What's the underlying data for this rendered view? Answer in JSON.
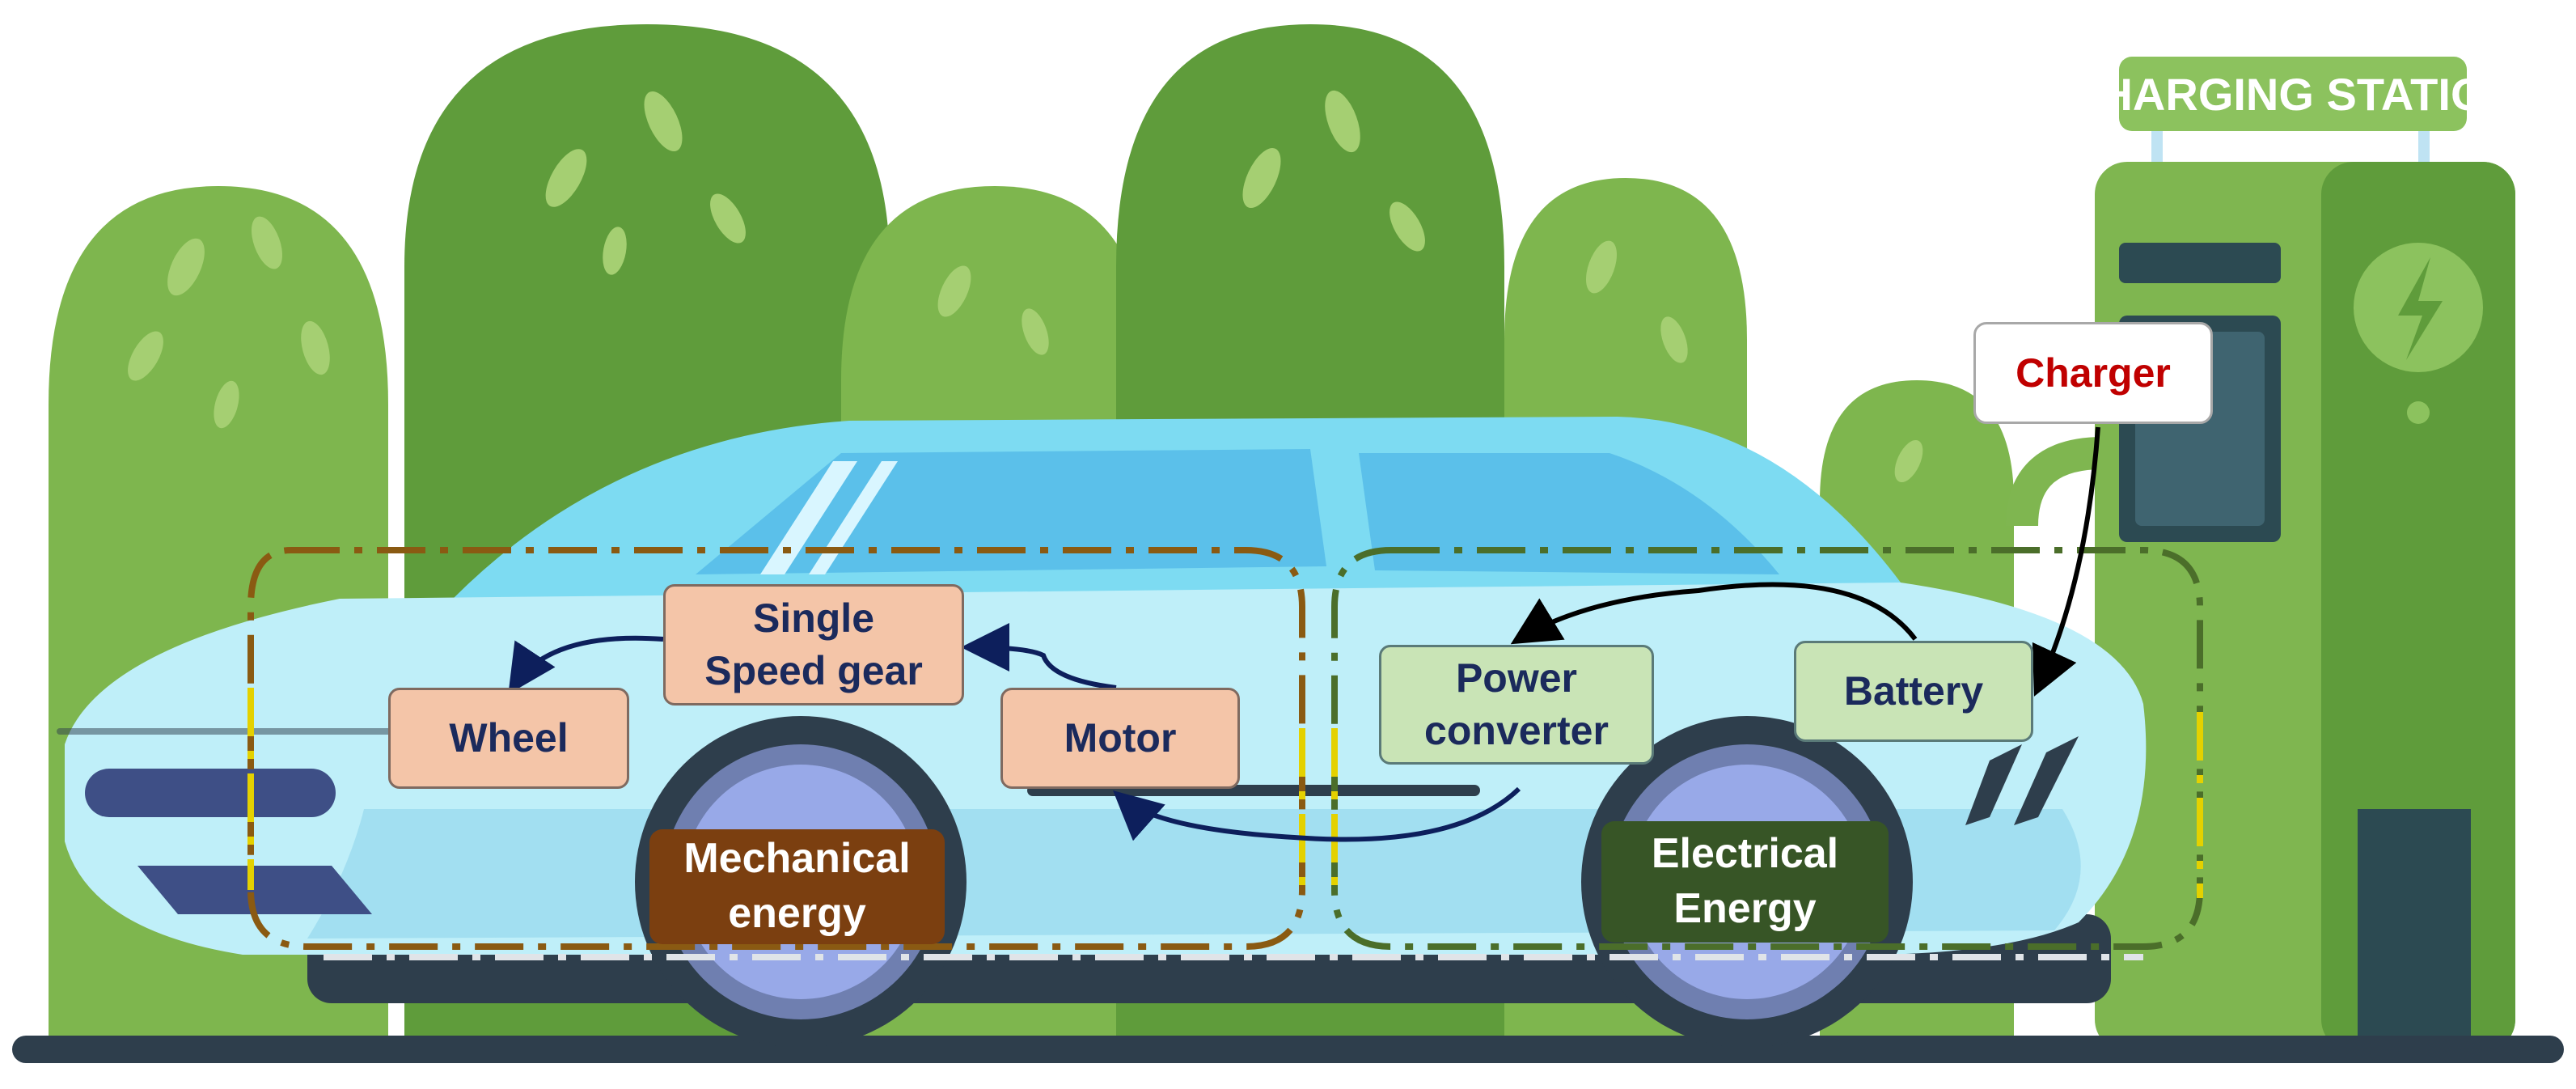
{
  "station": {
    "sign": "CHARGING STATION"
  },
  "labels": {
    "wheel": "Wheel",
    "gear": "Single\nSpeed gear",
    "motor": "Motor",
    "power_converter": "Power\nconverter",
    "battery": "Battery",
    "charger": "Charger",
    "mechanical_energy": "Mechanical\nenergy",
    "electrical_energy": "Electrical\nEnergy"
  },
  "colors": {
    "mechanical_box": "#f4c5a8",
    "electrical_box": "#c9e4b6",
    "mechanical_energy": "#7b3f10",
    "electrical_energy": "#375526",
    "charger_text": "#c00000",
    "arrow_navy": "#0d1f5c",
    "arrow_black": "#000000"
  },
  "icons": [
    "lightning-bolt-icon",
    "tree-icon"
  ]
}
